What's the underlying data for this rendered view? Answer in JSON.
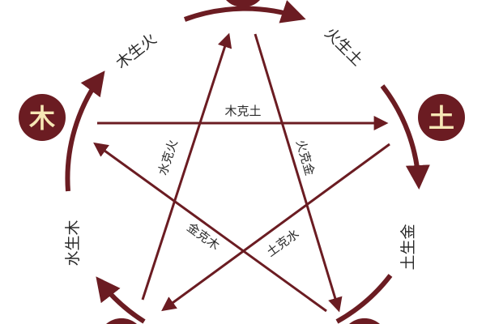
{
  "colors": {
    "primary": "#6b1c22",
    "element_text": "#f6e7b5",
    "label_text": "#2a2a2a"
  },
  "elements": {
    "wood": "木",
    "earth": "土"
  },
  "generating": {
    "wood_fire": "木生火",
    "fire_earth": "火生土",
    "earth_metal": "土生金",
    "water_wood": "水生木"
  },
  "overcoming": {
    "wood_earth": "木克土",
    "water_fire": "水克火",
    "fire_metal": "火克金",
    "metal_wood": "金克木",
    "earth_water": "土克水"
  }
}
